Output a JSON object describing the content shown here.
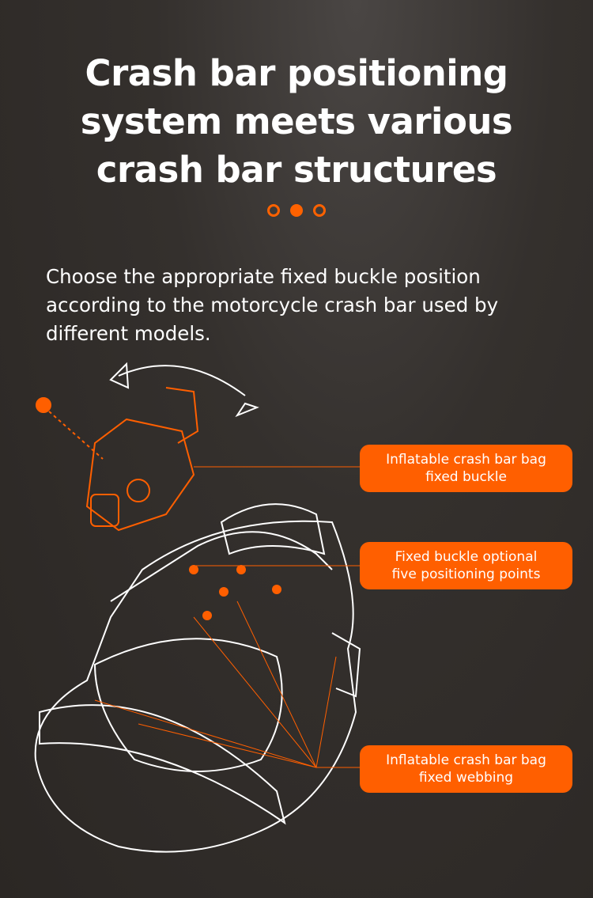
{
  "title": {
    "line1": "Crash bar positioning",
    "line2": "system meets various",
    "line3": "crash bar structures"
  },
  "pagination": {
    "total": 3,
    "active": 2
  },
  "description": "Choose the appropriate fixed buckle position according to the motorcycle crash bar used by different models.",
  "callouts": [
    {
      "line1": "Inflatable crash bar bag",
      "line2": "fixed buckle"
    },
    {
      "line1": "Fixed buckle optional",
      "line2": "five positioning points"
    },
    {
      "line1": "Inflatable crash bar bag",
      "line2": "fixed webbing"
    }
  ],
  "colors": {
    "accent": "#ff5f00",
    "background": "#2e2a27",
    "text": "#ffffff"
  }
}
